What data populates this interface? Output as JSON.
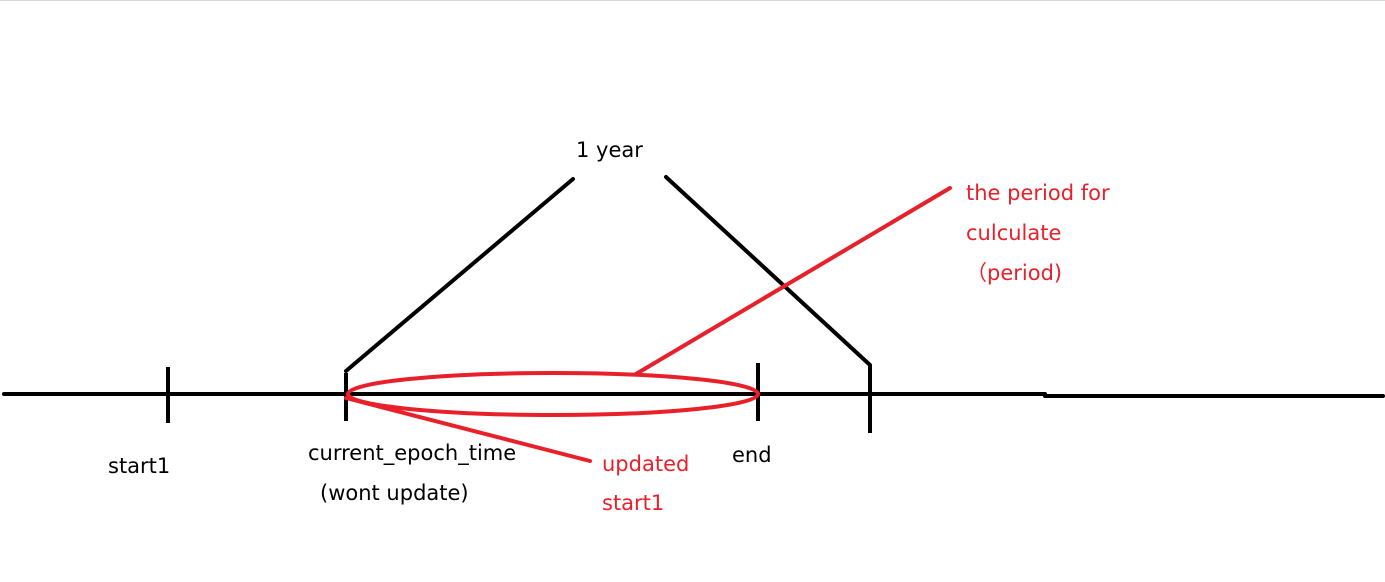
{
  "colors": {
    "ink": "#000000",
    "annotation": "#e8202a"
  },
  "labels": {
    "one_year": "1 year",
    "start1": "start1",
    "current_epoch_time": "current_epoch_time",
    "wont_update": "(wont update)",
    "end": "end",
    "updated_line1": "updated",
    "updated_line2": "start1",
    "period_line1": "the period for",
    "period_line2": "culculate",
    "period_line3": "（period)"
  }
}
